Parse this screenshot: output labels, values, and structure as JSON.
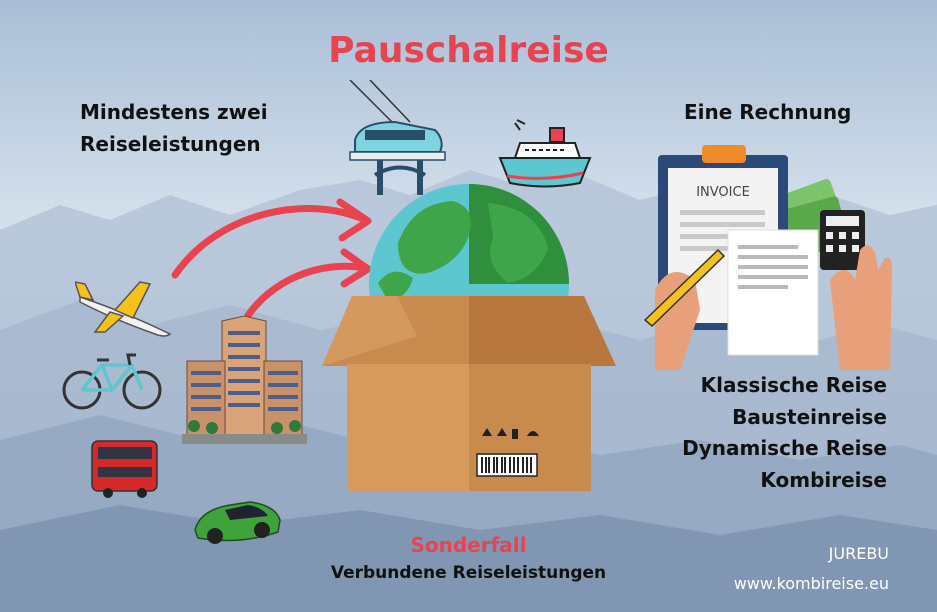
{
  "title": "Pauschalreise",
  "left_heading": {
    "line1": "Mindestens zwei",
    "line2": "Reiseleistungen"
  },
  "right_heading": "Eine Rechnung",
  "travel_types": [
    "Klassische Reise",
    "Bausteinreise",
    "Dynamische Reise",
    "Kombireise"
  ],
  "special_case": {
    "label": "Sonderfall",
    "text": "Verbundene Reiseleistungen"
  },
  "invoice_label": "INVOICE",
  "brand": {
    "name": "JUREBU",
    "website": "www.kombireise.eu"
  },
  "colors": {
    "accent": "#e8434f",
    "sky": "#c4d3e4",
    "box": "#d59a5c",
    "globe_green": "#3fa54a",
    "globe_sea": "#5cc7cf"
  },
  "icons": [
    "airplane-icon",
    "bicycle-icon",
    "bus-icon",
    "car-icon",
    "hotel-icon",
    "train-icon",
    "ship-icon",
    "globe-icon",
    "box-icon",
    "invoice-icon"
  ]
}
